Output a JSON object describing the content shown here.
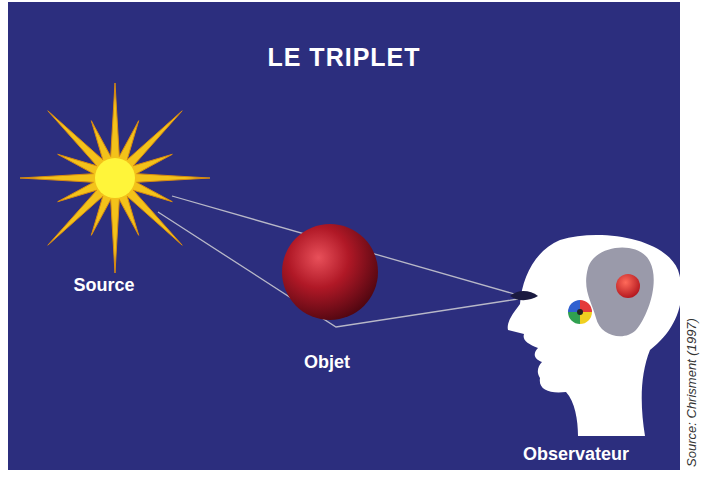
{
  "diagram": {
    "title": "LE TRIPLET",
    "labels": [
      "Source",
      "Objet",
      "Observateur",
      "Source: Chrisment (1997)"
    ]
  }
}
